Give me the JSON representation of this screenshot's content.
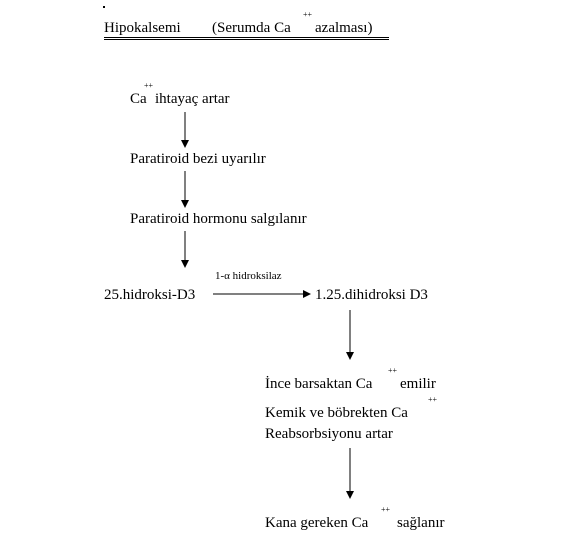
{
  "title": {
    "main": "Hipokalsemi",
    "paren_open": "(Serumda Ca",
    "charge": "++",
    "paren_close": "azalması)"
  },
  "steps": {
    "ca_need": {
      "ion": "Ca",
      "charge": "++",
      "rest": "ihtayaç artar"
    },
    "stimulated": {
      "text": "Paratiroid bezi uyarılır"
    },
    "hormone": {
      "text": "Paratiroid hormonu salgılanır"
    },
    "left_compound": {
      "text": "25.hidroksi-D3"
    },
    "enzyme": {
      "text": "1-α hidroksilaz"
    },
    "right_compound": {
      "text": "1.25.dihidroksi D3"
    },
    "absorption": {
      "pre": "İnce barsaktan Ca",
      "charge": "++",
      "post": "emilir"
    },
    "reabsorption_1": {
      "pre": "Kemik ve böbrekten Ca",
      "charge": "++"
    },
    "reabsorption_2": {
      "text": "Reabsorbsiyonu artar"
    },
    "result": {
      "pre": "Kana gereken Ca",
      "charge": "++",
      "post": "sağlanır"
    }
  }
}
